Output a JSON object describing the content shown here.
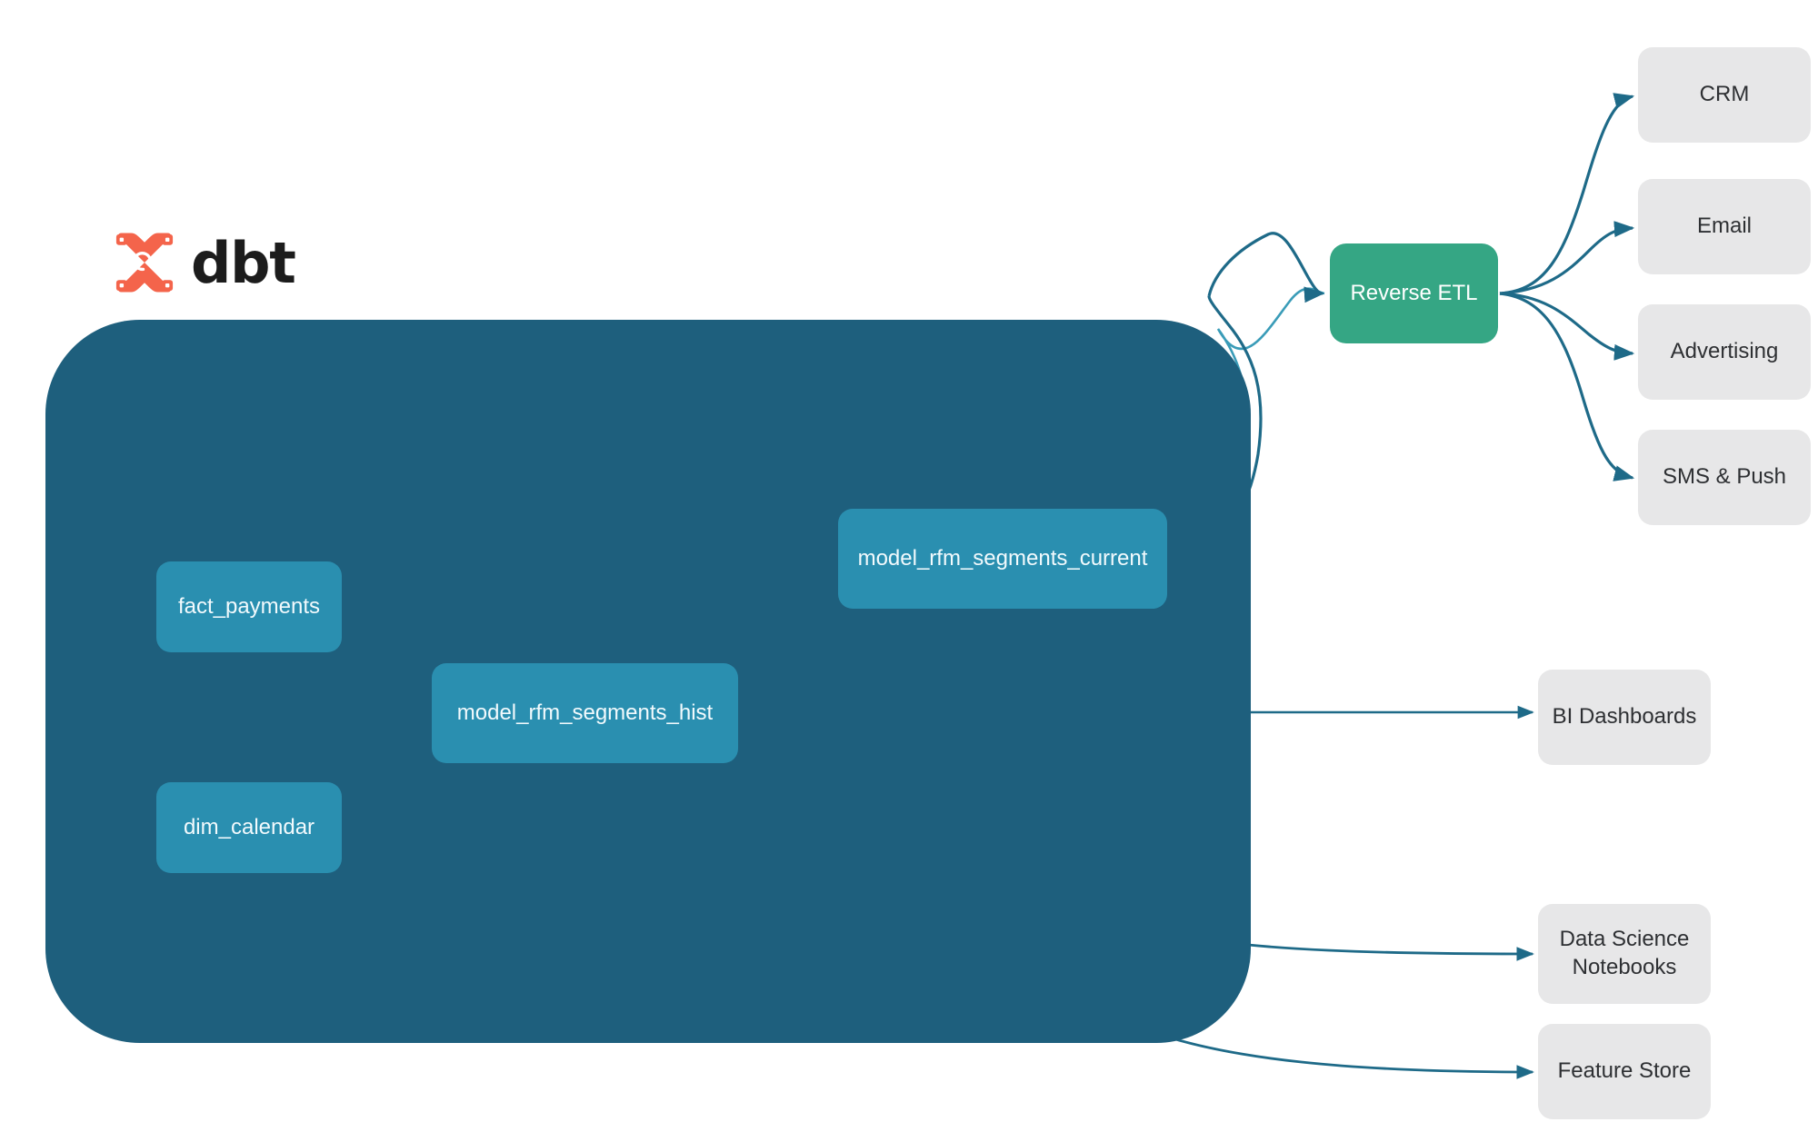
{
  "brand": {
    "logo_icon": "dbt-logo-icon",
    "wordmark": "dbt",
    "logo_color": "#f4644b",
    "wordmark_color": "#1c1c1c"
  },
  "colors": {
    "page_background": "#ffffff",
    "project_container": "#1e5f7d",
    "model_node": "#2a8fb0",
    "model_node_text": "#f2fafd",
    "service_node": "#35a684",
    "service_node_text": "#ffffff",
    "destination_node": "#e7e7e8",
    "destination_node_text": "#2e3033",
    "edge_inner": "#3a9cb8",
    "edge_outer": "#1e6a88"
  },
  "project_container": {
    "name": "dbt-project-boundary",
    "label": ""
  },
  "models": [
    {
      "id": "fact-payments",
      "label": "fact_payments"
    },
    {
      "id": "dim-calendar",
      "label": "dim_calendar"
    },
    {
      "id": "rfm-hist",
      "label": "model_rfm_segments_hist"
    },
    {
      "id": "rfm-current",
      "label": "model_rfm_segments_current"
    }
  ],
  "services": [
    {
      "id": "reverse-etl",
      "label": "Reverse ETL"
    }
  ],
  "destinations": [
    {
      "id": "crm",
      "label": "CRM"
    },
    {
      "id": "email",
      "label": "Email"
    },
    {
      "id": "advertising",
      "label": "Advertising"
    },
    {
      "id": "sms-push",
      "label": "SMS & Push"
    },
    {
      "id": "bi-dashboards",
      "label": "BI Dashboards"
    },
    {
      "id": "ds-notebooks",
      "label": "Data Science\nNotebooks"
    },
    {
      "id": "feature-store",
      "label": "Feature Store"
    }
  ],
  "edges": [
    {
      "from": "fact_payments",
      "to": "model_rfm_segments_hist",
      "style": "curved",
      "arrow": true
    },
    {
      "from": "dim_calendar",
      "to": "model_rfm_segments_hist",
      "style": "curved",
      "arrow": true
    },
    {
      "from": "model_rfm_segments_hist",
      "to": "model_rfm_segments_current",
      "style": "curved",
      "arrow": true
    },
    {
      "from": "model_rfm_segments_current",
      "to": "Reverse ETL",
      "style": "curved",
      "arrow": true
    },
    {
      "from": "Reverse ETL",
      "to": "CRM",
      "style": "curved",
      "arrow": true
    },
    {
      "from": "Reverse ETL",
      "to": "Email",
      "style": "curved",
      "arrow": true
    },
    {
      "from": "Reverse ETL",
      "to": "Advertising",
      "style": "curved",
      "arrow": true
    },
    {
      "from": "Reverse ETL",
      "to": "SMS & Push",
      "style": "curved",
      "arrow": true
    },
    {
      "from": "model_rfm_segments_hist",
      "to": "BI Dashboards",
      "style": "straight",
      "arrow": true
    },
    {
      "from": "model_rfm_segments_hist",
      "to": "Data Science Notebooks",
      "style": "curved",
      "arrow": true
    },
    {
      "from": "model_rfm_segments_hist",
      "to": "Feature Store",
      "style": "curved",
      "arrow": true
    }
  ]
}
